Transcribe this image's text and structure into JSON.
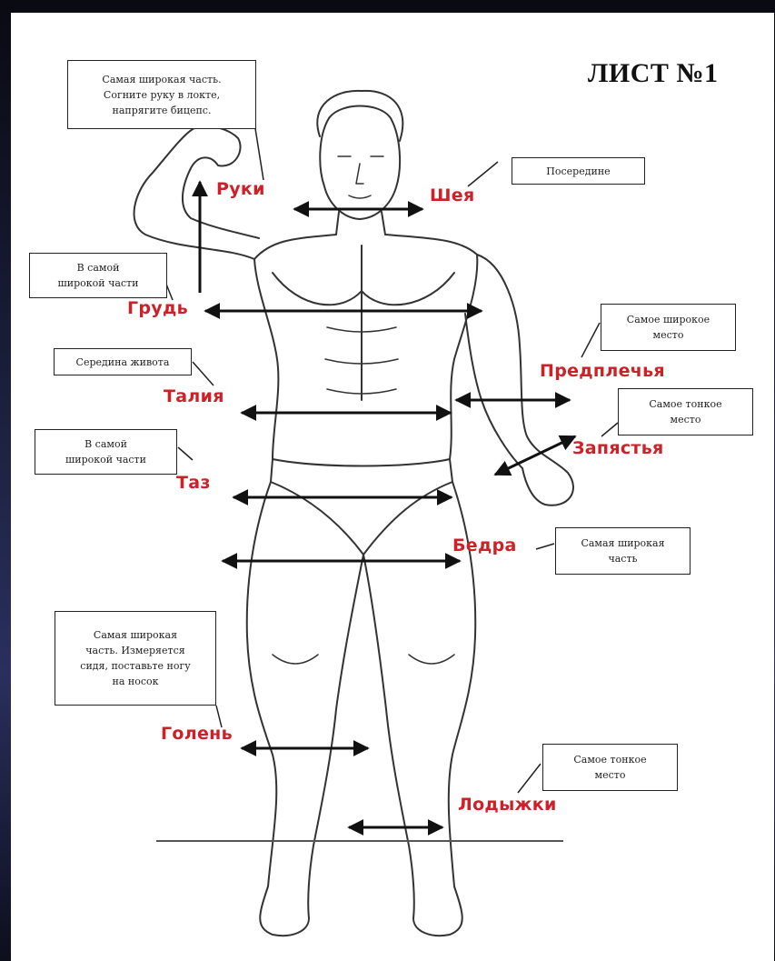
{
  "title": "ЛИСТ №1",
  "colors": {
    "label": "#cf1f27",
    "line": "#111111",
    "background": "#ffffff",
    "frame": "#1a1f3a"
  },
  "measurements": [
    {
      "id": "arms",
      "label": "Руки",
      "note": "Самая широкая часть.\nСогните руку в локте,\nнапрягите бицепс."
    },
    {
      "id": "neck",
      "label": "Шея",
      "note": "Посередине"
    },
    {
      "id": "chest",
      "label": "Грудь",
      "note": "В самой\nширокой части"
    },
    {
      "id": "forearms",
      "label": "Предплечья",
      "note": "Самое широкое\nместо"
    },
    {
      "id": "waist",
      "label": "Талия",
      "note": "Середина живота"
    },
    {
      "id": "wrists",
      "label": "Запястья",
      "note": "Самое тонкое\nместо"
    },
    {
      "id": "pelvis",
      "label": "Таз",
      "note": "В самой\nширокой части"
    },
    {
      "id": "hips",
      "label": "Бедра",
      "note": "Самая широкая\nчасть"
    },
    {
      "id": "calf",
      "label": "Голень",
      "note": "Самая широкая\nчасть. Измеряется\nсидя, поставьте ногу\nна носок"
    },
    {
      "id": "ankles",
      "label": "Лодыжки",
      "note": "Самое тонкое\nместо"
    }
  ]
}
